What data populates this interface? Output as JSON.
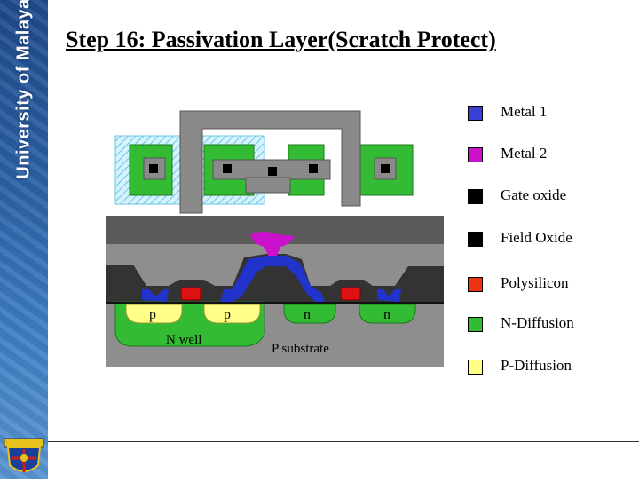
{
  "slide": {
    "title": "Step 16: Passivation Layer(Scratch Protect)"
  },
  "sidebar": {
    "brand": "University of Malaya"
  },
  "diagram": {
    "region_labels": [
      "p",
      "p",
      "n",
      "n"
    ],
    "nwell_label": "N well",
    "substrate_label": "P substrate"
  },
  "legend": [
    {
      "label": "Metal 1",
      "color": "#3a3fd4"
    },
    {
      "label": "Metal 2",
      "color": "#cc11cc"
    },
    {
      "label": "Gate oxide",
      "color": "#000000"
    },
    {
      "label": "Field Oxide",
      "color": "#000000"
    },
    {
      "label": "Polysilicon",
      "color": "#ee3311"
    },
    {
      "label": "N-Diffusion",
      "color": "#33bb33"
    },
    {
      "label": "P-Diffusion",
      "color": "#ffff88"
    }
  ]
}
